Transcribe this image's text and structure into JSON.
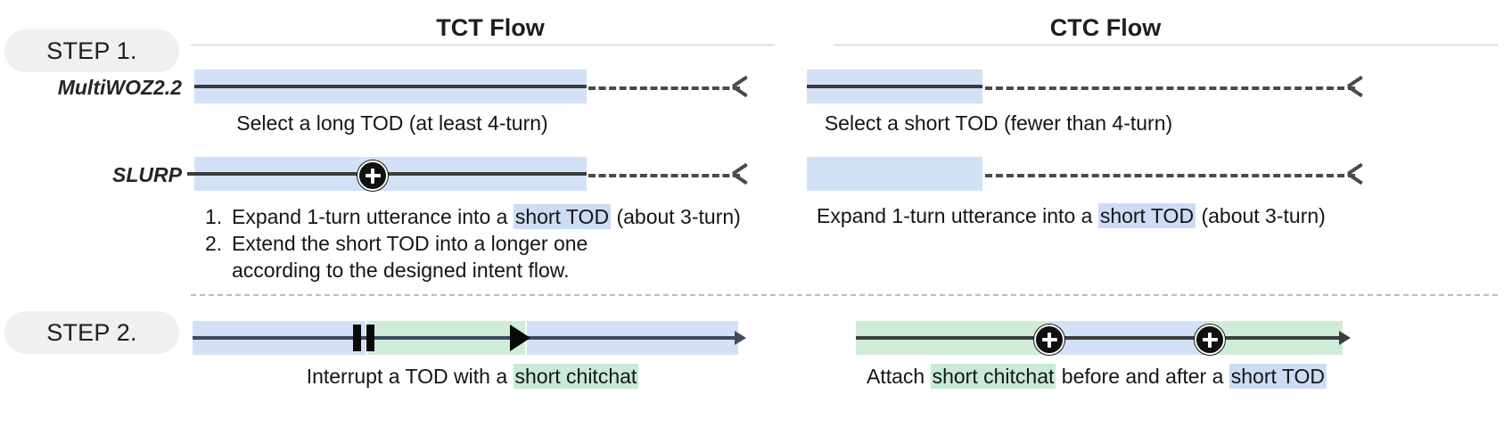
{
  "headers": {
    "left_column": "TCT Flow",
    "right_column": "CTC Flow"
  },
  "steps": {
    "step1_label": "STEP 1.",
    "step2_label": "STEP 2."
  },
  "datasets": {
    "multiwoz": "MultiWOZ2.2",
    "slurp": "SLURP"
  },
  "colors": {
    "tod_blue": "#d3e1f7",
    "chitchat_green": "#cfecd9",
    "axis_dark": "#3d3d3d",
    "axis_navy": "#3f4a60",
    "pill_gray": "#f0f0f0",
    "rule_gray": "#c9c9c9",
    "divider_gray": "#bdbdbd",
    "highlight_blue": "#ccdcf5",
    "highlight_green": "#c9ead6"
  },
  "step1": {
    "tct": {
      "multiwoz_caption": "Select a long TOD (at least 4-turn)",
      "slurp_steps": [
        {
          "num": "1.",
          "parts": [
            {
              "text": "Expand 1-turn utterance into a ",
              "hl": "none"
            },
            {
              "text": "short TOD",
              "hl": "blue"
            },
            {
              "text": " (about 3-turn)",
              "hl": "none"
            }
          ]
        },
        {
          "num": "2.",
          "parts": [
            {
              "text": "Extend the short TOD into a longer one according to the designed intent flow.",
              "hl": "none"
            }
          ]
        }
      ]
    },
    "ctc": {
      "multiwoz_caption": "Select a short TOD (fewer than 4-turn)",
      "slurp_caption_parts": [
        {
          "text": "Expand 1-turn utterance into a ",
          "hl": "none"
        },
        {
          "text": "short TOD",
          "hl": "blue"
        },
        {
          "text": " (about 3-turn)",
          "hl": "none"
        }
      ]
    }
  },
  "step2": {
    "tct": {
      "caption_parts": [
        {
          "text": "Interrupt a TOD with a ",
          "hl": "none"
        },
        {
          "text": "short chitchat",
          "hl": "green"
        }
      ],
      "markers": [
        "pause-marker",
        "play-marker"
      ],
      "segments": [
        "tod-blue",
        "chitchat-green",
        "tod-blue"
      ]
    },
    "ctc": {
      "caption_parts": [
        {
          "text": "Attach ",
          "hl": "none"
        },
        {
          "text": "short chitchat",
          "hl": "green"
        },
        {
          "text": " before and after a ",
          "hl": "none"
        },
        {
          "text": "short TOD",
          "hl": "blue"
        }
      ],
      "markers": [
        "plus-marker",
        "plus-marker"
      ],
      "segments": [
        "chitchat-green",
        "tod-blue",
        "chitchat-green"
      ]
    }
  }
}
